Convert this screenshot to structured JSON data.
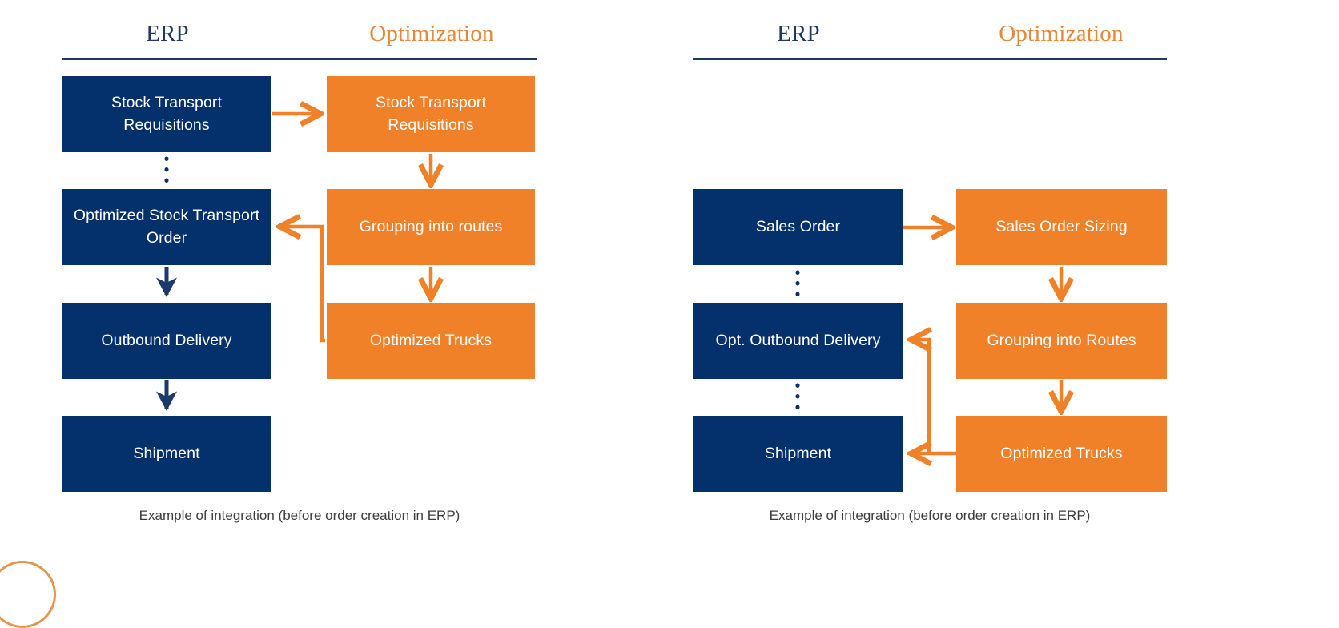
{
  "diagram": {
    "title": "ERP / Optimization integration flow",
    "colors": {
      "navy": "#04306b",
      "orange": "#f08129",
      "heading_erp": "#1f3864",
      "heading_optimization": "#e8873a",
      "caption_text": "#3d3d3d",
      "background": "#ffffff"
    },
    "panels": [
      {
        "id": "stock-transport",
        "headings": {
          "erp": "ERP",
          "optimization": "Optimization"
        },
        "caption": "Example of integration (before order creation in ERP)",
        "erp_nodes": [
          {
            "id": "stock-transport-requisitions",
            "label": "Stock Transport Requisitions"
          },
          {
            "id": "optimized-stock-transport-order",
            "label": "Optimized Stock Transport Order"
          },
          {
            "id": "outbound-delivery",
            "label": "Outbound Delivery"
          },
          {
            "id": "shipment",
            "label": "Shipment"
          }
        ],
        "optimization_nodes": [
          {
            "id": "opt-stock-transport-requisitions",
            "label": "Stock Transport Requisitions"
          },
          {
            "id": "grouping-into-routes",
            "label": "Grouping into routes"
          },
          {
            "id": "optimized-trucks",
            "label": "Optimized Trucks"
          }
        ],
        "connections": [
          {
            "from": "stock-transport-requisitions",
            "to": "opt-stock-transport-requisitions",
            "style": "solid-arrow",
            "color": "#f08129"
          },
          {
            "from": "opt-stock-transport-requisitions",
            "to": "grouping-into-routes",
            "style": "solid-arrow",
            "color": "#f08129"
          },
          {
            "from": "grouping-into-routes",
            "to": "optimized-trucks",
            "style": "solid-arrow",
            "color": "#f08129"
          },
          {
            "from": "optimized-trucks",
            "to": "optimized-stock-transport-order",
            "style": "elbow-arrow",
            "color": "#f08129"
          },
          {
            "from": "stock-transport-requisitions",
            "to": "optimized-stock-transport-order",
            "style": "dotted",
            "color": "#04306b"
          },
          {
            "from": "optimized-stock-transport-order",
            "to": "outbound-delivery",
            "style": "solid-arrow",
            "color": "#1b3a6b"
          },
          {
            "from": "outbound-delivery",
            "to": "shipment",
            "style": "solid-arrow",
            "color": "#1b3a6b"
          }
        ]
      },
      {
        "id": "sales-order",
        "headings": {
          "erp": "ERP",
          "optimization": "Optimization"
        },
        "caption": "Example of integration (before order creation in ERP)",
        "erp_nodes": [
          {
            "id": "sales-order",
            "label": "Sales Order"
          },
          {
            "id": "opt-outbound-delivery",
            "label": "Opt. Outbound Delivery"
          },
          {
            "id": "shipment-2",
            "label": "Shipment"
          }
        ],
        "optimization_nodes": [
          {
            "id": "sales-order-sizing",
            "label": "Sales Order Sizing"
          },
          {
            "id": "grouping-into-routes-2",
            "label": "Grouping into Routes"
          },
          {
            "id": "optimized-trucks-2",
            "label": "Optimized Trucks"
          }
        ],
        "connections": [
          {
            "from": "sales-order",
            "to": "sales-order-sizing",
            "style": "solid-arrow",
            "color": "#f08129"
          },
          {
            "from": "sales-order-sizing",
            "to": "grouping-into-routes-2",
            "style": "solid-arrow",
            "color": "#f08129"
          },
          {
            "from": "grouping-into-routes-2",
            "to": "optimized-trucks-2",
            "style": "solid-arrow",
            "color": "#f08129"
          },
          {
            "from": "optimized-trucks-2",
            "to": "shipment-2",
            "style": "solid-arrow",
            "color": "#f08129"
          },
          {
            "from": "optimized-trucks-2",
            "to": "opt-outbound-delivery",
            "style": "elbow-arrow",
            "color": "#f08129"
          },
          {
            "from": "sales-order",
            "to": "opt-outbound-delivery",
            "style": "dotted",
            "color": "#04306b"
          },
          {
            "from": "opt-outbound-delivery",
            "to": "shipment-2",
            "style": "dotted",
            "color": "#04306b"
          }
        ]
      }
    ]
  }
}
